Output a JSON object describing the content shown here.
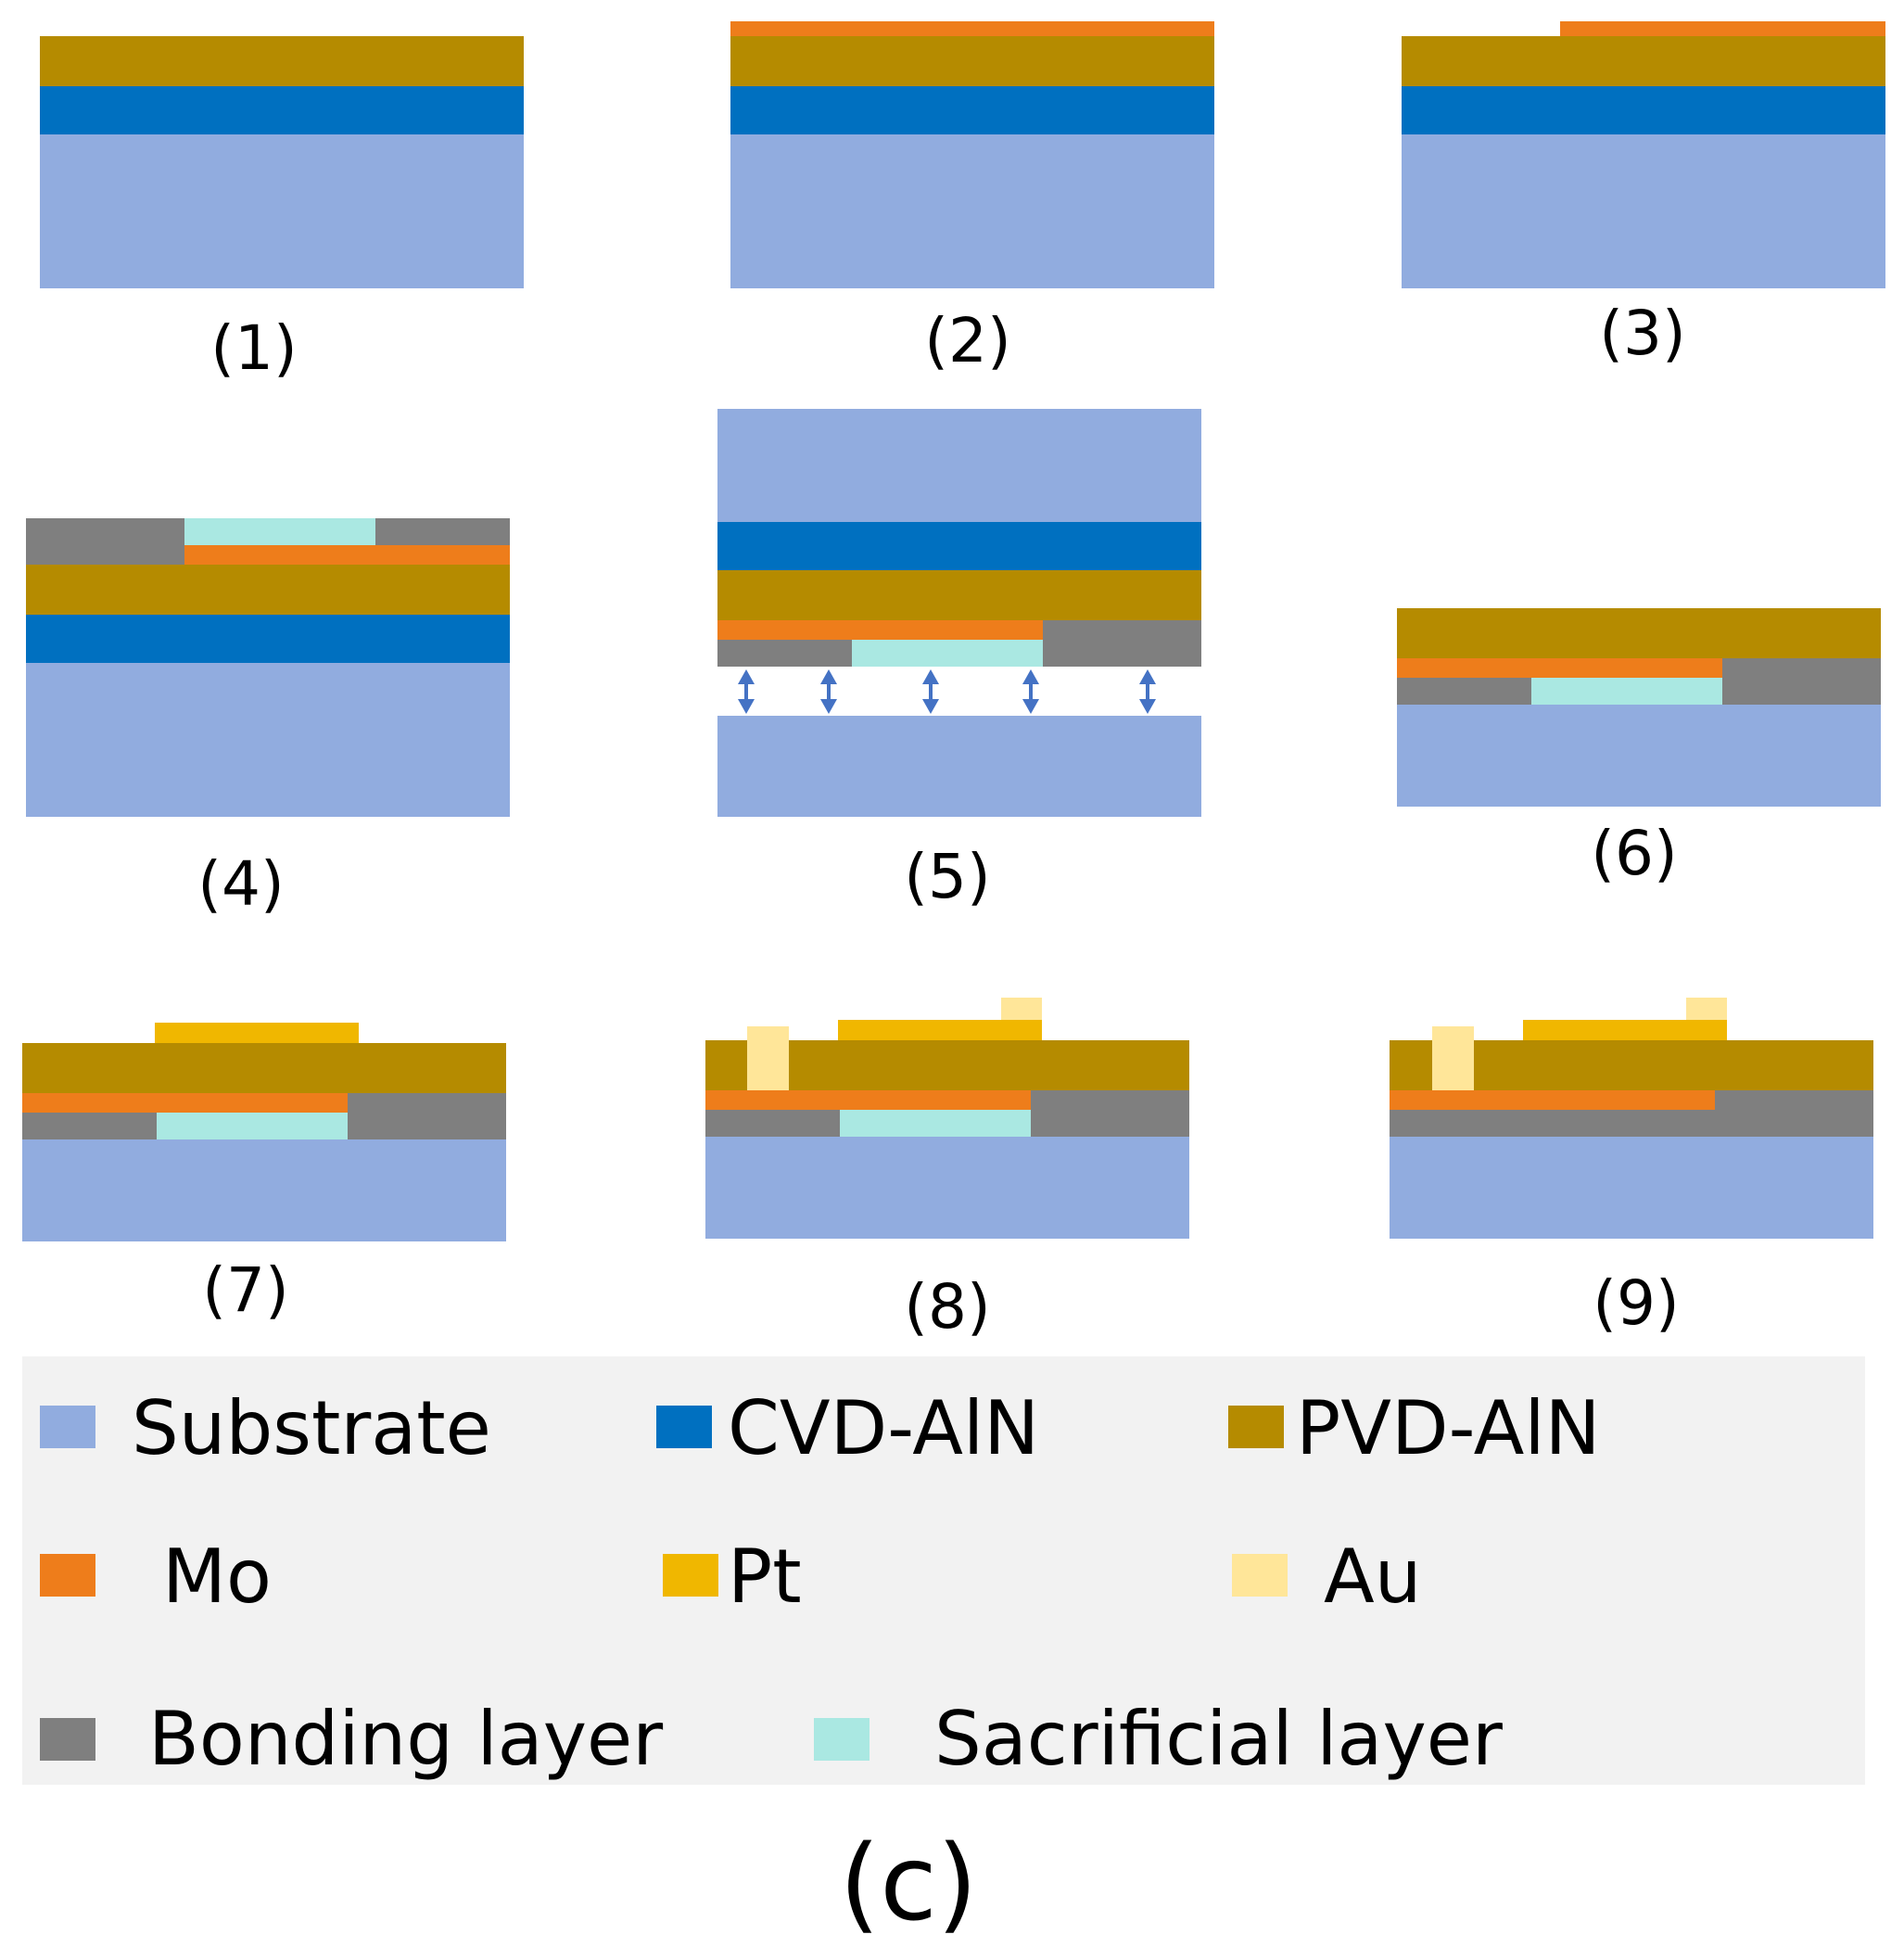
{
  "colors": {
    "substrate": "#91acdf",
    "cvd_aln": "#0070c0",
    "pvd_aln": "#b58b00",
    "mo": "#ee7d1b",
    "pt": "#f0b700",
    "au": "#ffe699",
    "bonding": "#7f7f7f",
    "sacrificial": "#aae8e2",
    "arrow": "#4472c4",
    "legend_bg": "#f2f2f2"
  },
  "steps": [
    {
      "label": "(1)"
    },
    {
      "label": "(2)"
    },
    {
      "label": "(3)"
    },
    {
      "label": "(4)"
    },
    {
      "label": "(5)"
    },
    {
      "label": "(6)"
    },
    {
      "label": "(7)"
    },
    {
      "label": "(8)"
    },
    {
      "label": "(9)"
    }
  ],
  "legend": [
    {
      "key": "substrate",
      "label": "Substrate"
    },
    {
      "key": "cvd_aln",
      "label": "CVD-AlN"
    },
    {
      "key": "pvd_aln",
      "label": "PVD-AlN"
    },
    {
      "key": "mo",
      "label": "Mo"
    },
    {
      "key": "pt",
      "label": "Pt"
    },
    {
      "key": "au",
      "label": "Au"
    },
    {
      "key": "bonding",
      "label": "Bonding layer"
    },
    {
      "key": "sacrificial",
      "label": "Sacrificial layer"
    }
  ],
  "figure_label": "(c)"
}
